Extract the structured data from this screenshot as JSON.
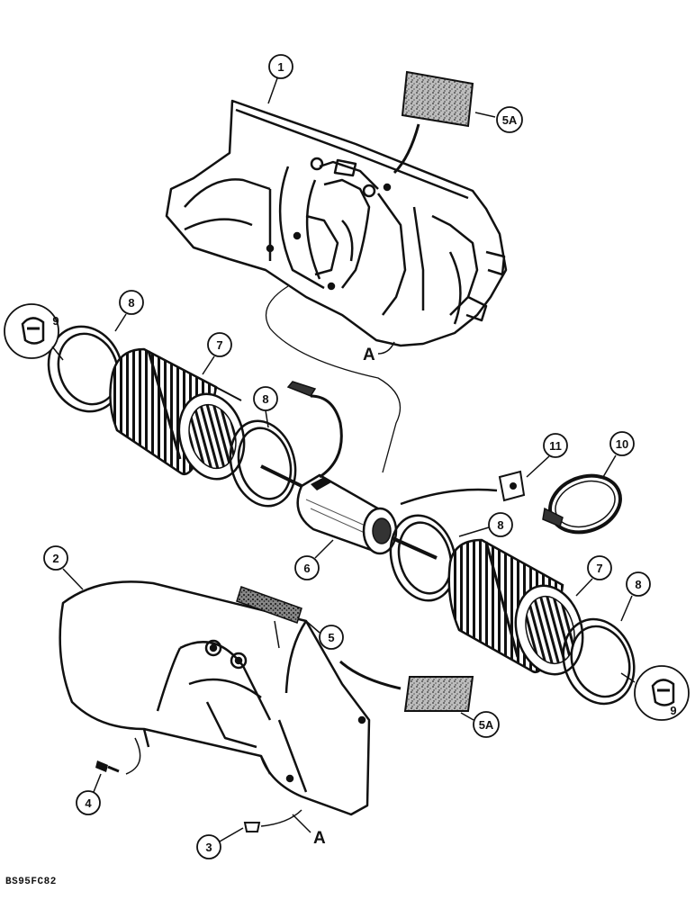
{
  "callouts": {
    "c1": "1",
    "c2": "2",
    "c3": "3",
    "c4": "4",
    "c5": "5",
    "c5a_top": "5A",
    "c5a_bottom": "5A",
    "c6": "6",
    "c7_left": "7",
    "c7_right": "7",
    "c8_top": "8",
    "c8_mid_left": "8",
    "c8_mid_right": "8",
    "c8_right": "8",
    "c9_left": "9",
    "c9_right": "9",
    "c10": "10",
    "c11": "11"
  },
  "reference_letters": {
    "a_top": "A",
    "a_bottom": "A"
  },
  "footer": {
    "code": "BS95FC82"
  }
}
